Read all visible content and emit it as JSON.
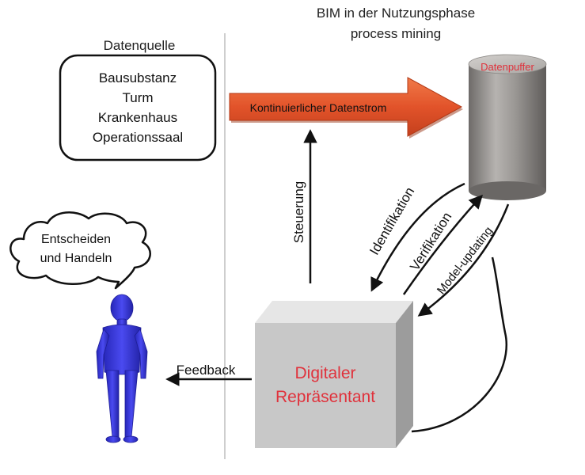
{
  "header": {
    "line1": "BIM in der Nutzungsphase",
    "line2": "process mining"
  },
  "source": {
    "title": "Datenquelle",
    "items": [
      "Bausubstanz",
      "Turm",
      "Krankenhaus",
      "Operationssaal"
    ]
  },
  "stream": {
    "label": "Kontinuierlicher Datenstrom"
  },
  "buffer": {
    "label": "Datenpuffer"
  },
  "steuerung": {
    "label": "Steuerung"
  },
  "loop": {
    "identifikation": "Identifikation",
    "verifikation": "Verifikation",
    "model_updating": "Model-updating"
  },
  "feedback": {
    "label": "Feedback"
  },
  "bubble": {
    "line1": "Entscheiden",
    "line2": "und Handeln"
  },
  "representant": {
    "line1": "Digitaler",
    "line2": "Repräsentant"
  },
  "colors": {
    "accent_red": "#e0323c",
    "stream_orange": "#e8572a",
    "person_blue": "#3b3bd8",
    "cube_gray": "#c9c9c9",
    "cylinder_gray": "#8f8c89"
  }
}
